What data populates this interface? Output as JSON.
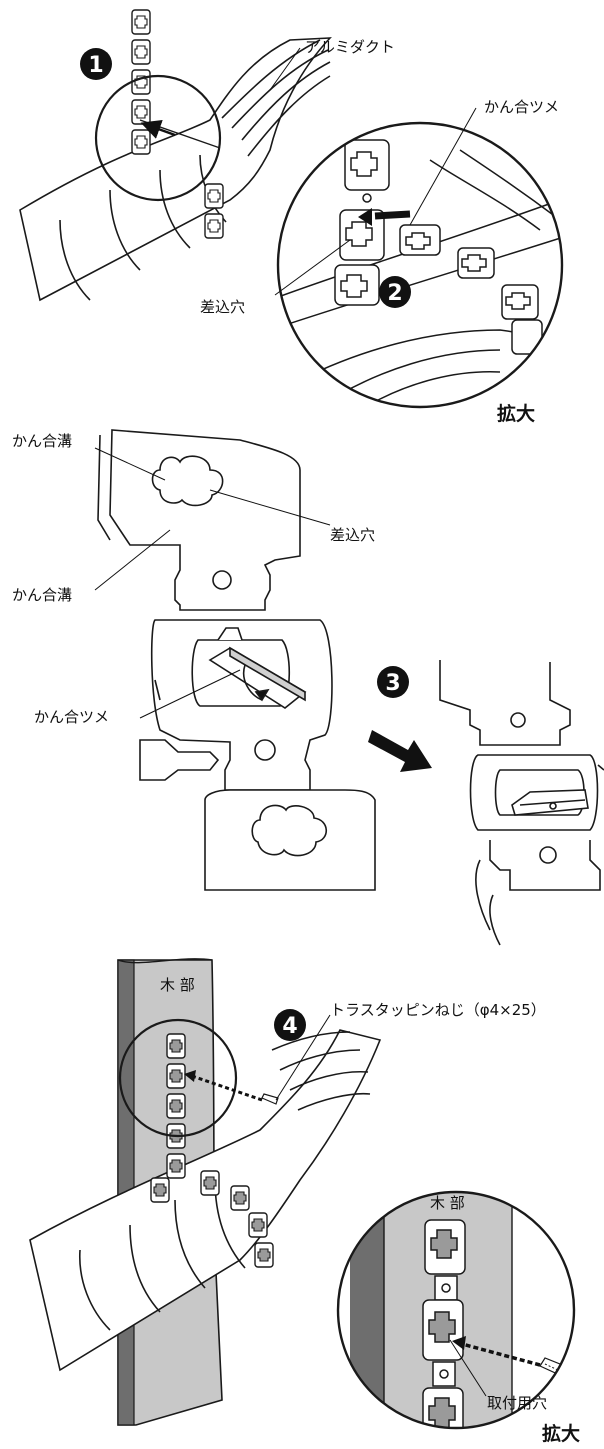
{
  "panel1": {
    "step_1": "❶",
    "step_2": "❷",
    "label_duct": "アルミダクト",
    "label_hook": "かん合ツメ",
    "label_slot": "差込穴",
    "label_enlarge": "拡大"
  },
  "panel2": {
    "step_3": "❸",
    "label_groove_top": "かん合溝",
    "label_slot": "差込穴",
    "label_groove_bottom": "かん合溝",
    "label_hook": "かん合ツメ"
  },
  "panel3": {
    "step_4": "❹",
    "label_wood": "木 部",
    "label_screw": "トラスタッピンねじ（φ4×25）",
    "label_wood_zoom": "木 部",
    "label_mount_hole": "取付用穴",
    "label_enlarge": "拡大"
  },
  "colors": {
    "line": "#1a1a1a",
    "wood_light": "#c8c8c8",
    "wood_dark": "#6e6e6e",
    "white": "#ffffff"
  }
}
